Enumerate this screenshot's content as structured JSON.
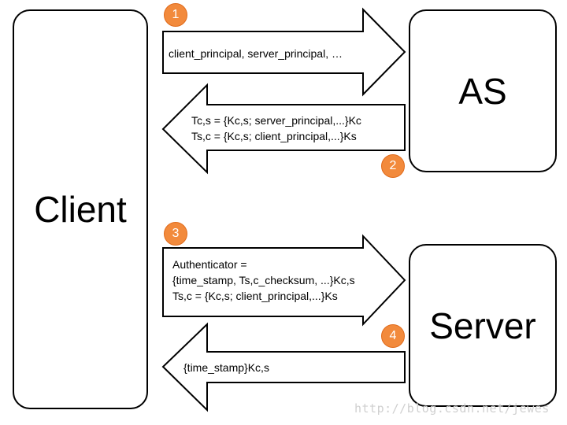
{
  "nodes": {
    "client": "Client",
    "as": "AS",
    "server": "Server"
  },
  "messages": [
    {
      "step": "1",
      "lines": [
        "client_principal, server_principal, …"
      ]
    },
    {
      "step": "2",
      "lines": [
        "Tc,s = {Kc,s; server_principal,...}Kc",
        "Ts,c = {Kc,s; client_principal,...}Ks"
      ]
    },
    {
      "step": "3",
      "lines": [
        "Authenticator =",
        "{time_stamp, Ts,c_checksum, ...}Kc,s",
        "Ts,c = {Kc,s; client_principal,...}Ks"
      ]
    },
    {
      "step": "4",
      "lines": [
        "{time_stamp}Kc,s"
      ]
    }
  ],
  "badge_color": "#f28a3c",
  "watermark": "http://blog.csdn.net/jewes"
}
